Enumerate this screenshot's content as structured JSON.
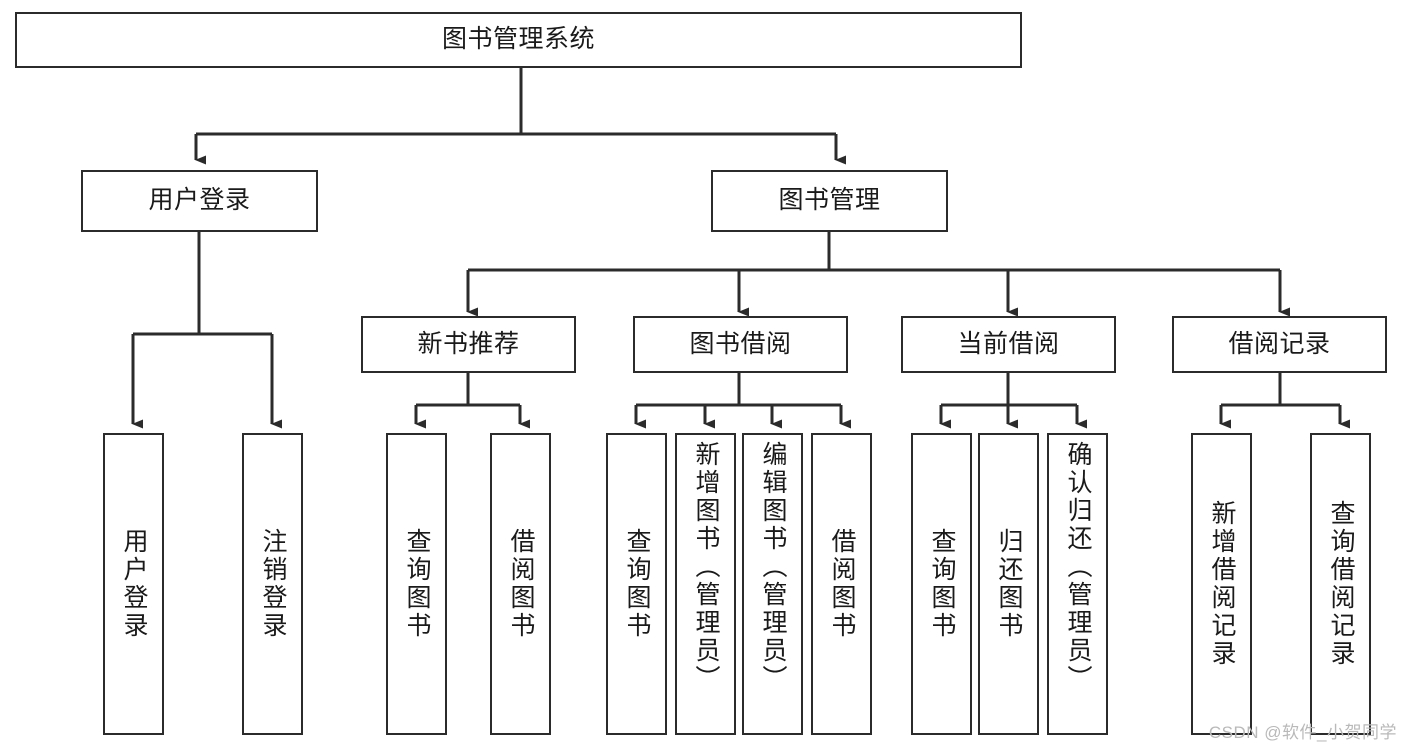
{
  "diagram": {
    "type": "tree-hierarchy",
    "title": "图书管理系统",
    "root": {
      "label": "图书管理系统"
    },
    "level1": [
      {
        "id": "user-login",
        "label": "用户登录"
      },
      {
        "id": "book-management",
        "label": "图书管理"
      }
    ],
    "level2": [
      {
        "id": "new-book-recommend",
        "label": "新书推荐",
        "parent": "book-management"
      },
      {
        "id": "book-borrow",
        "label": "图书借阅",
        "parent": "book-management"
      },
      {
        "id": "current-borrow",
        "label": "当前借阅",
        "parent": "book-management"
      },
      {
        "id": "borrow-record",
        "label": "借阅记录",
        "parent": "book-management"
      }
    ],
    "leaves": [
      {
        "id": "leaf-user-login",
        "label": "用户登录",
        "parent": "user-login"
      },
      {
        "id": "leaf-logout-login",
        "label": "注销登录",
        "parent": "user-login"
      },
      {
        "id": "leaf-query-book-1",
        "label": "查询图书",
        "parent": "new-book-recommend"
      },
      {
        "id": "leaf-borrow-book-1",
        "label": "借阅图书",
        "parent": "new-book-recommend"
      },
      {
        "id": "leaf-query-book-2",
        "label": "查询图书",
        "parent": "book-borrow"
      },
      {
        "id": "leaf-add-book",
        "label": "新增图书（管理员）",
        "parent": "book-borrow"
      },
      {
        "id": "leaf-edit-book",
        "label": "编辑图书（管理员）",
        "parent": "book-borrow"
      },
      {
        "id": "leaf-borrow-book-2",
        "label": "借阅图书",
        "parent": "book-borrow"
      },
      {
        "id": "leaf-query-book-3",
        "label": "查询图书",
        "parent": "current-borrow"
      },
      {
        "id": "leaf-return-book",
        "label": "归还图书",
        "parent": "current-borrow"
      },
      {
        "id": "leaf-confirm-return",
        "label": "确认归还（管理员）",
        "parent": "current-borrow"
      },
      {
        "id": "leaf-add-record",
        "label": "新增借阅记录",
        "parent": "borrow-record"
      },
      {
        "id": "leaf-query-record",
        "label": "查询借阅记录",
        "parent": "borrow-record"
      }
    ],
    "colors": {
      "stroke": "#2b2b2b",
      "fill": "#ffffff",
      "text": "#1a1a1a",
      "watermark": "#b9b9b9"
    }
  },
  "watermark": {
    "text": "CSDN @软件_小贺同学"
  }
}
